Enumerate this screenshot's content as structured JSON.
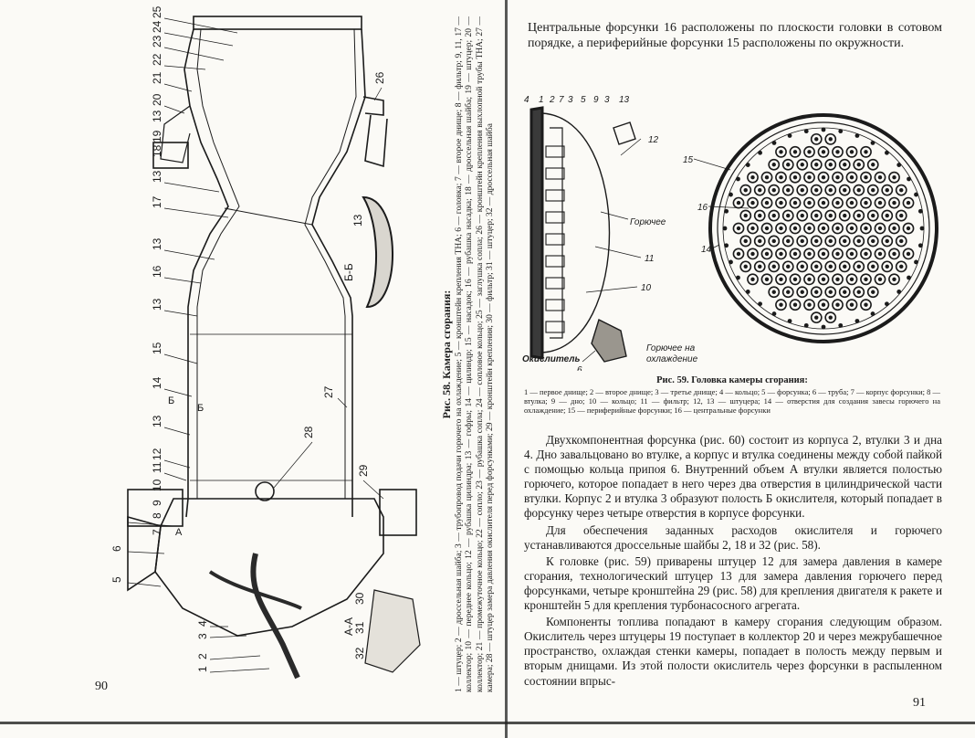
{
  "left_page": {
    "page_number": "90",
    "figure": {
      "title": "Рис. 58. Камера сгорания:",
      "legend": "1 — штуцер; 2 — дроссельная шайба; 3 — трубопровод подачи горючего на охлаждение; 5 — кронштейн крепления ТНА; 6 — головка; 7 — второе днище; 8 — фильтр; 9, 11, 17 — коллектор; 10 — переднее кольцо; 12 — рубашка цилиндра; 13 — гофры; 14 — цилиндр; 15 — насадок; 16 — рубашка насадка; 18 — дроссельная шайба; 19 — штуцер; 20 — коллектор; 21 — промежуточное кольцо; 22 — сопло; 23 — рубашка сопла; 24 — сопловое кольцо; 25 — заглушка сопла; 26 — кронштейн крепления выхлопной трубы ТНА; 27 — камера; 28 — штуцер замера давления окислителя перед форсунками; 29 — кронштейн крепления; 30 — фильтр; 31 — штуцер; 32 — дроссельная шайба",
      "callouts": [
        "25",
        "24",
        "23",
        "22",
        "21",
        "20",
        "13",
        "19",
        "18",
        "26",
        "13",
        "17",
        "13",
        "16",
        "13",
        "15",
        "14",
        "13",
        "12",
        "11",
        "10",
        "9",
        "8",
        "7",
        "6",
        "5",
        "4",
        "3",
        "2",
        "1",
        "27",
        "28",
        "29",
        "13",
        "30",
        "31",
        "32"
      ],
      "section_bb": "Б-Б",
      "section_aa": "А-А",
      "marker_b": "Б",
      "marker_a": "А"
    }
  },
  "right_page": {
    "page_number": "91",
    "intro": "Центральные форсунки 16 расположены по плоскости головки в сотовом порядке, а периферийные форсунки 15 расположены по окружности.",
    "figure": {
      "title": "Рис. 59. Головка камеры сгорания:",
      "legend": "1 — первое днище; 2 — второе днище; 3 — третье днище; 4 — кольцо; 5 — форсунка; 6 — труба; 7 — корпус форсунки; 8 — втулка; 9 — дно; 10 — кольцо; 11 — фильтр; 12, 13 — штуцера; 14 — отверстия для создания завесы горючего на охлаждение; 15 — периферийные форсунки; 16 — центральные форсунки",
      "top_callouts": [
        "4",
        "1",
        "2",
        "7",
        "3",
        "5",
        "9",
        "3",
        "13"
      ],
      "side_callouts": [
        "12",
        "11",
        "10",
        "6"
      ],
      "label_fuel": "Горючее",
      "label_oxidizer": "Окислитель",
      "label_fuel_cooling_1": "Горючее на",
      "label_fuel_cooling_2": "охлаждение",
      "circle_callouts": [
        "15",
        "16",
        "14"
      ]
    },
    "paragraphs": [
      "Двухкомпонентная форсунка (рис. 60) состоит из корпуса 2, втулки 3 и дна 4. Дно завальцовано во втулке, а корпус и втулка соединены между собой пайкой с помощью кольца припоя 6. Внутренний объем А втулки является полостью горючего, которое попадает в него через два отверстия в цилиндрической части втулки. Корпус 2 и втулка 3 образуют полость Б окислителя, который попадает в форсунку через четыре отверстия в корпусе форсунки.",
      "Для обеспечения заданных расходов окислителя и горючего устанавливаются дроссельные шайбы 2, 18 и 32 (рис. 58).",
      "К головке (рис. 59) приварены штуцер 12 для замера давления в камере сгорания, технологический штуцер 13 для замера давления горючего перед форсунками, четыре кронштейна 29 (рис. 58) для крепления двигателя к ракете и кронштейн 5 для крепления турбонасосного агрегата.",
      "Компоненты топлива попадают в камеру сгорания следующим образом. Окислитель через штуцеры 19 поступает в коллектор 20 и через межрубашечное пространство, охлаждая стенки камеры, попадает в полость между первым и вторым днищами. Из этой полости окислитель через форсунки в распыленном состоянии впрыс-"
    ]
  },
  "colors": {
    "paper": "#fbfaf6",
    "ink": "#1b1b1b"
  }
}
